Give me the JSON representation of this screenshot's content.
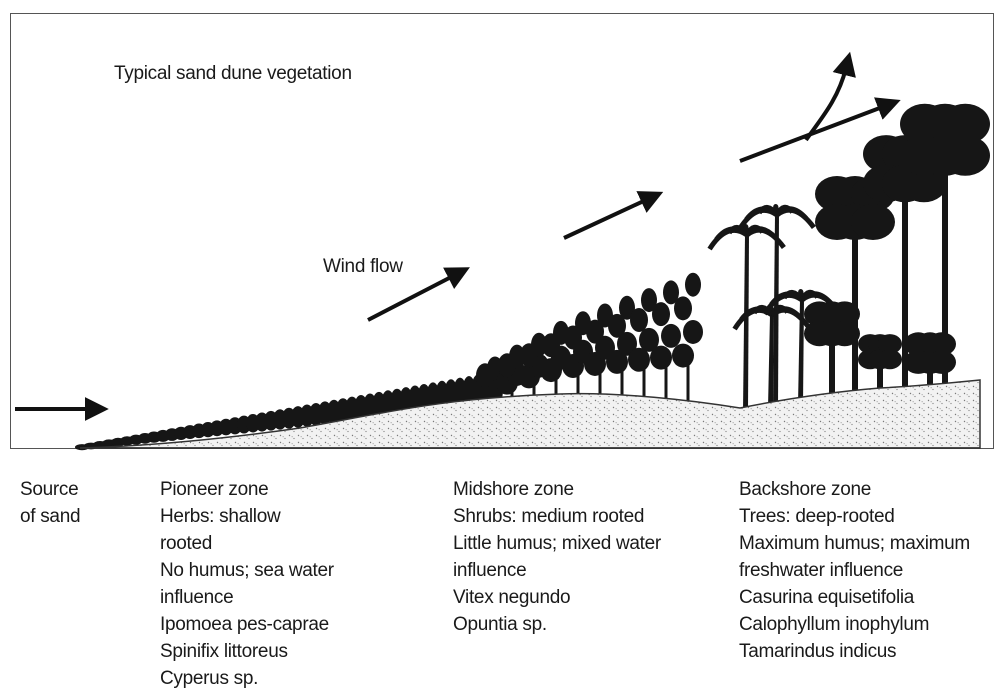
{
  "diagram": {
    "title": "Typical sand dune vegetation",
    "wind_label": "Wind flow",
    "colors": {
      "vegetation": "#161616",
      "sand": "#f2f2f2",
      "stipple": "#7a7a7a",
      "arrow": "#111111"
    }
  },
  "columns": {
    "source": {
      "lines": [
        "Source",
        "of sand"
      ]
    },
    "pioneer": {
      "lines": [
        "Pioneer zone",
        "Herbs: shallow",
        "rooted",
        "No humus; sea water",
        "influence",
        "Ipomoea pes-caprae",
        "Spinifix littoreus",
        "Cyperus sp."
      ]
    },
    "midshore": {
      "lines": [
        "Midshore zone",
        "Shrubs: medium rooted",
        "Little humus; mixed water",
        "influence",
        "Vitex negundo",
        "Opuntia sp."
      ]
    },
    "backshore": {
      "lines": [
        "Backshore zone",
        "Trees: deep-rooted",
        "Maximum humus; maximum",
        "freshwater influence",
        "Casurina equisetifolia",
        "Calophyllum inophylum",
        "Tamarindus indicus"
      ]
    }
  }
}
